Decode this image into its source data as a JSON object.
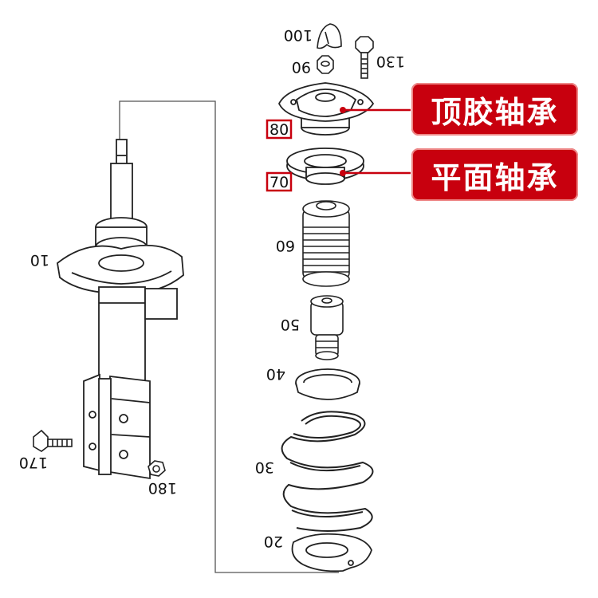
{
  "parts": {
    "p10": "10",
    "p20": "20",
    "p30": "30",
    "p40": "40",
    "p50": "50",
    "p60": "60",
    "p70": "70",
    "p80": "80",
    "p90": "90",
    "p100": "100",
    "p130": "130",
    "p170": "170",
    "p180": "180"
  },
  "callouts": {
    "top_mount": "顶胶轴承",
    "strut_bearing": "平面轴承"
  },
  "colors": {
    "callout_red": "#c8000e",
    "line": "#222222"
  }
}
